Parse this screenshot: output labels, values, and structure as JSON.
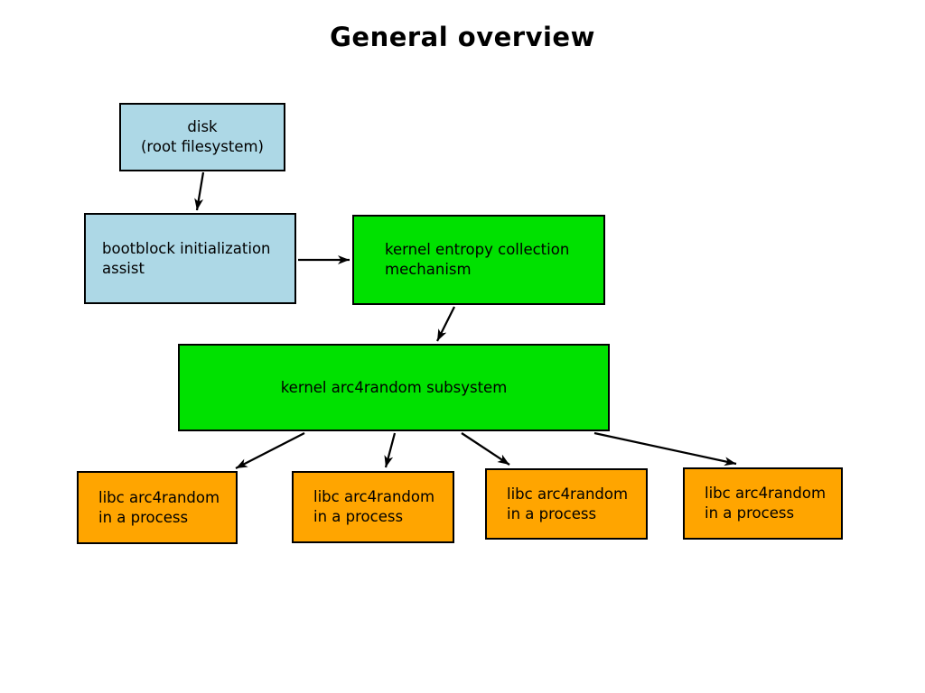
{
  "title": "General overview",
  "colors": {
    "light_blue": "#add8e6",
    "green": "#00e100",
    "orange": "#ffa500",
    "arrow": "#000000"
  },
  "boxes": {
    "disk": {
      "line1": "disk",
      "line2": "(root filesystem)"
    },
    "bootblock": {
      "line1": "bootblock initialization",
      "line2": "assist"
    },
    "entropy": {
      "line1": "kernel entropy collection",
      "line2": "mechanism"
    },
    "arc4random": {
      "label": "kernel arc4random subsystem"
    },
    "process_boxes": [
      {
        "line1": "libc arc4random",
        "line2": "in a process"
      },
      {
        "line1": "libc arc4random",
        "line2": "in a process"
      },
      {
        "line1": "libc arc4random",
        "line2": "in a process"
      },
      {
        "line1": "libc arc4random",
        "line2": "in a process"
      }
    ]
  }
}
